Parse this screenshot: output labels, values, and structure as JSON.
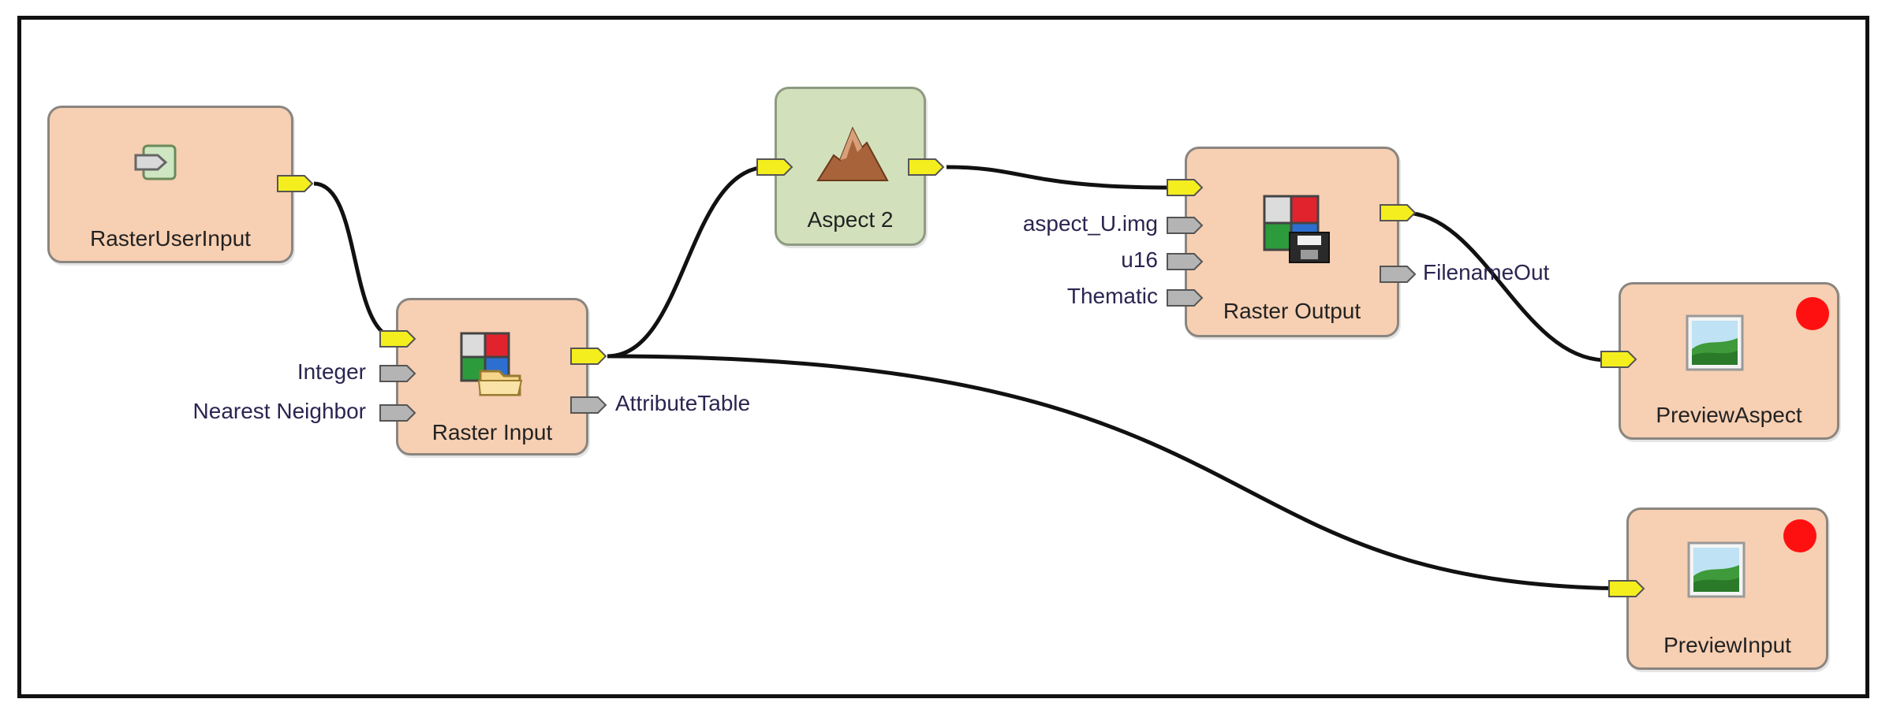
{
  "diagram": {
    "nodes": {
      "raster_user_input": {
        "label": "RasterUserInput",
        "icon": "input-arrow-icon"
      },
      "raster_input": {
        "label": "Raster Input",
        "icon": "raster-folder-icon",
        "input_labels": [
          "Integer",
          "Nearest Neighbor"
        ],
        "output_labels": [
          "AttributeTable"
        ]
      },
      "aspect": {
        "label": "Aspect 2",
        "icon": "terrain-peak-icon"
      },
      "raster_output": {
        "label": "Raster Output",
        "icon": "raster-disk-icon",
        "input_labels": [
          "aspect_U.img",
          "u16",
          "Thematic"
        ],
        "output_labels": [
          "FilenameOut"
        ]
      },
      "preview_aspect": {
        "label": "PreviewAspect",
        "icon": "landscape-image-icon",
        "status_color": "#ff1010"
      },
      "preview_input": {
        "label": "PreviewInput",
        "icon": "landscape-image-icon",
        "status_color": "#ff1010"
      }
    },
    "connections": [
      {
        "from": "RasterUserInput",
        "to": "Raster Input"
      },
      {
        "from": "Raster Input",
        "to": "Aspect 2"
      },
      {
        "from": "Raster Input",
        "to": "PreviewInput"
      },
      {
        "from": "Aspect 2",
        "to": "Raster Output"
      },
      {
        "from": "Raster Output",
        "to": "PreviewAspect"
      }
    ],
    "colors": {
      "node_fill": "#f7cfb2",
      "function_node_fill": "#d2e1bc",
      "data_port": "#f5ee1e",
      "option_port": "#b4b4b4",
      "wire": "#111111"
    }
  }
}
